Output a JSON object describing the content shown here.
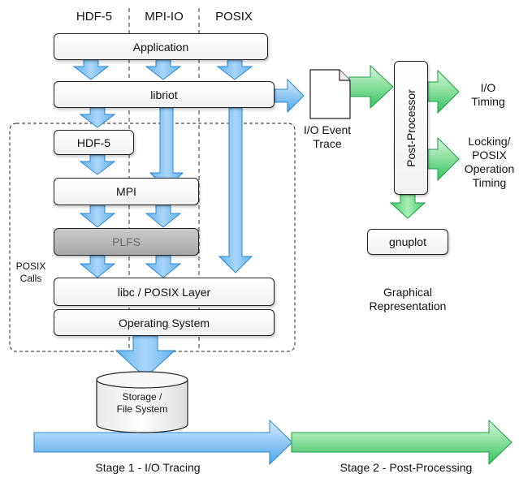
{
  "columns": {
    "hdf5": "HDF-5",
    "mpiio": "MPI-IO",
    "posix": "POSIX"
  },
  "layers": {
    "application": "Application",
    "libriot": "libriot",
    "hdf5": "HDF-5",
    "mpi": "MPI",
    "plfs": "PLFS",
    "libc": "libc / POSIX Layer",
    "os": "Operating System"
  },
  "storage": {
    "line1": "Storage /",
    "line2": "File System"
  },
  "posix_calls": {
    "line1": "POSIX",
    "line2": "Calls"
  },
  "trace": {
    "line1": "I/O Event",
    "line2": "Trace"
  },
  "post_processor": "Post-Processor",
  "outputs": {
    "io_timing_line1": "I/O",
    "io_timing_line2": "Timing",
    "locking_line1": "Locking/",
    "locking_line2": "POSIX",
    "locking_line3": "Operation",
    "locking_line4": "Timing"
  },
  "gnuplot": "gnuplot",
  "graphical": {
    "line1": "Graphical",
    "line2": "Representation"
  },
  "stages": {
    "stage1": "Stage 1 - I/O Tracing",
    "stage2": "Stage 2 - Post-Processing"
  },
  "colors": {
    "blue_light": "#b5dcfb",
    "blue_dark": "#3e9fe6",
    "green_light": "#bdf3c6",
    "green_dark": "#2fc157"
  }
}
